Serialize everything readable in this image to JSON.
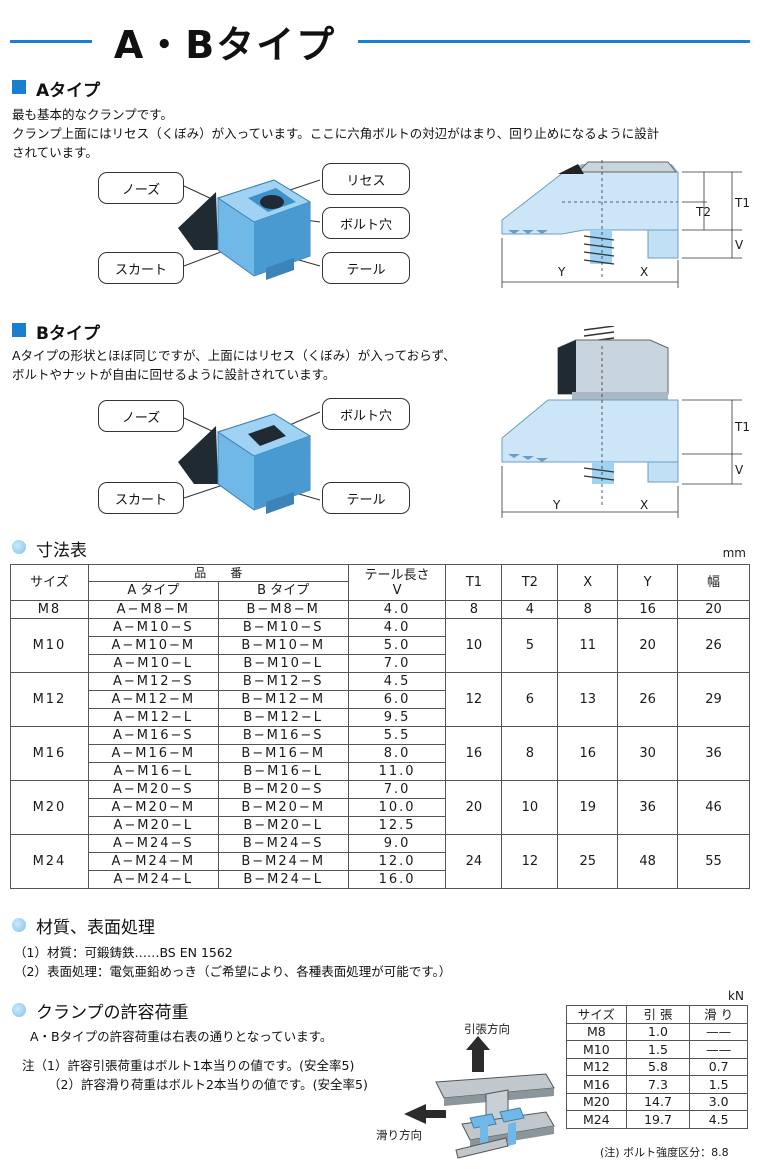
{
  "title": "A・Bタイプ",
  "colors": {
    "accent": "#1a7fd1",
    "part_blue": "#6fb8e8",
    "part_light": "#cde6f7"
  },
  "a_type": {
    "heading": "Aタイプ",
    "lines": [
      "最も基本的なクランプです。",
      "クランプ上面にはリセス（くぼみ）が入っています。ここに六角ボルトの対辺がはまり、回り止めになるように設計",
      "されています。"
    ],
    "labels": {
      "nose": "ノーズ",
      "recess": "リセス",
      "bolt_hole": "ボルト穴",
      "skirt": "スカート",
      "tail": "テール"
    },
    "dims": {
      "t1": "T1",
      "t2": "T2",
      "v": "V",
      "y": "Y",
      "x": "X"
    }
  },
  "b_type": {
    "heading": "Bタイプ",
    "lines": [
      "Aタイプの形状とほぼ同じですが、上面にはリセス（くぼみ）が入っておらず、",
      "ボルトやナットが自由に回せるように設計されています。"
    ],
    "labels": {
      "nose": "ノーズ",
      "bolt_hole": "ボルト穴",
      "skirt": "スカート",
      "tail": "テール"
    },
    "dims": {
      "t1": "T1",
      "v": "V",
      "y": "Y",
      "x": "X"
    }
  },
  "dim_table": {
    "heading": "寸法表",
    "unit": "mm",
    "headers": {
      "size": "サイズ",
      "part": "品　　番",
      "a_type": "A タイプ",
      "b_type": "B タイプ",
      "tail": "テール長さ",
      "tail_v": "V",
      "t1": "T1",
      "t2": "T2",
      "x": "X",
      "y": "Y",
      "width": "幅"
    },
    "groups": [
      {
        "size": "M8",
        "t1": "8",
        "t2": "4",
        "x": "8",
        "y": "16",
        "w": "20",
        "rows": [
          {
            "a": "A−M8−M",
            "b": "B−M8−M",
            "v": "4.0"
          }
        ]
      },
      {
        "size": "M10",
        "t1": "10",
        "t2": "5",
        "x": "11",
        "y": "20",
        "w": "26",
        "rows": [
          {
            "a": "A−M10−S",
            "b": "B−M10−S",
            "v": "4.0"
          },
          {
            "a": "A−M10−M",
            "b": "B−M10−M",
            "v": "5.0"
          },
          {
            "a": "A−M10−L",
            "b": "B−M10−L",
            "v": "7.0"
          }
        ]
      },
      {
        "size": "M12",
        "t1": "12",
        "t2": "6",
        "x": "13",
        "y": "26",
        "w": "29",
        "rows": [
          {
            "a": "A−M12−S",
            "b": "B−M12−S",
            "v": "4.5"
          },
          {
            "a": "A−M12−M",
            "b": "B−M12−M",
            "v": "6.0"
          },
          {
            "a": "A−M12−L",
            "b": "B−M12−L",
            "v": "9.5"
          }
        ]
      },
      {
        "size": "M16",
        "t1": "16",
        "t2": "8",
        "x": "16",
        "y": "30",
        "w": "36",
        "rows": [
          {
            "a": "A−M16−S",
            "b": "B−M16−S",
            "v": "5.5"
          },
          {
            "a": "A−M16−M",
            "b": "B−M16−M",
            "v": "8.0"
          },
          {
            "a": "A−M16−L",
            "b": "B−M16−L",
            "v": "11.0"
          }
        ]
      },
      {
        "size": "M20",
        "t1": "20",
        "t2": "10",
        "x": "19",
        "y": "36",
        "w": "46",
        "rows": [
          {
            "a": "A−M20−S",
            "b": "B−M20−S",
            "v": "7.0"
          },
          {
            "a": "A−M20−M",
            "b": "B−M20−M",
            "v": "10.0"
          },
          {
            "a": "A−M20−L",
            "b": "B−M20−L",
            "v": "12.5"
          }
        ]
      },
      {
        "size": "M24",
        "t1": "24",
        "t2": "12",
        "x": "25",
        "y": "48",
        "w": "55",
        "rows": [
          {
            "a": "A−M24−S",
            "b": "B−M24−S",
            "v": "9.0"
          },
          {
            "a": "A−M24−M",
            "b": "B−M24−M",
            "v": "12.0"
          },
          {
            "a": "A−M24−L",
            "b": "B−M24−L",
            "v": "16.0"
          }
        ]
      }
    ]
  },
  "material": {
    "heading": "材質、表面処理",
    "line1": "（1）材質：可鍛鋳鉄……BS EN 1562",
    "line2": "（2）表面処理：電気亜鉛めっき（ご希望により、各種表面処理が可能です。）"
  },
  "load": {
    "heading": "クランプの許容荷重",
    "desc": "A・Bタイプの許容荷重は右表の通りとなっています。",
    "note1": "注（1）許容引張荷重はボルト1本当りの値です。(安全率5)",
    "note2": "（2）許容滑り荷重はボルト2本当りの値です。(安全率5)",
    "tension_dir": "引張方向",
    "slip_dir": "滑り方向",
    "unit": "kN",
    "headers": {
      "size": "サイズ",
      "tension": "引 張",
      "slip": "滑 り"
    },
    "rows": [
      {
        "size": "M8",
        "tension": "1.0",
        "slip": "——"
      },
      {
        "size": "M10",
        "tension": "1.5",
        "slip": "——"
      },
      {
        "size": "M12",
        "tension": "5.8",
        "slip": "0.7"
      },
      {
        "size": "M16",
        "tension": "7.3",
        "slip": "1.5"
      },
      {
        "size": "M20",
        "tension": "14.7",
        "slip": "3.0"
      },
      {
        "size": "M24",
        "tension": "19.7",
        "slip": "4.5"
      }
    ],
    "footnote": "(注) ボルト強度区分：8.8"
  }
}
